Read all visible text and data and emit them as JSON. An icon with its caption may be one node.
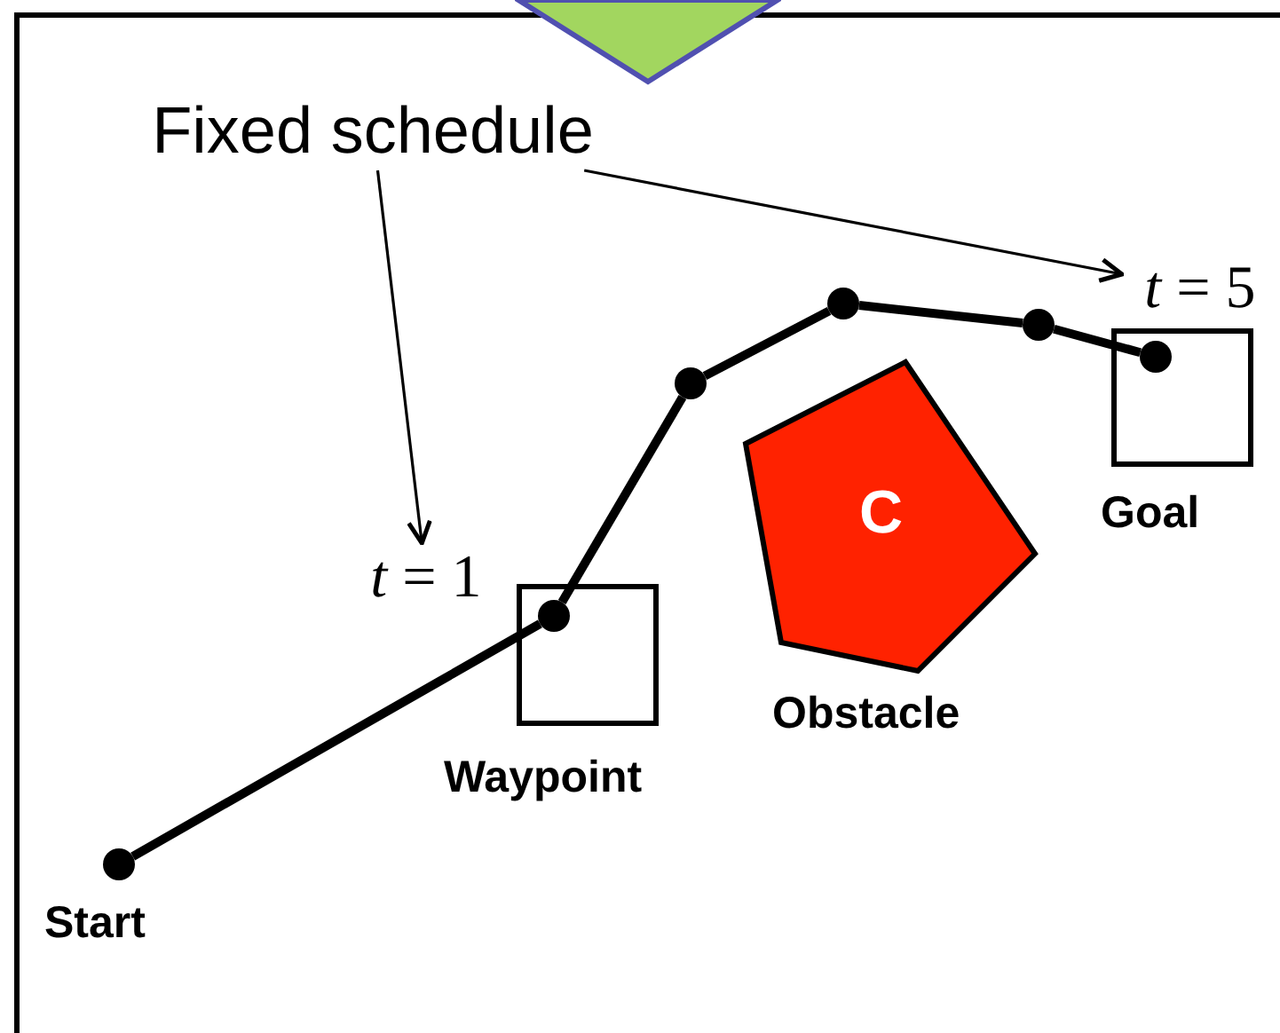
{
  "diagram": {
    "nodes": [
      {
        "text": [
          "Fixed schedule"
        ]
      },
      {
        "text": [
          "*t* = 1"
        ]
      },
      {
        "text": [
          "*t* = 5"
        ]
      },
      {
        "text": [],
        "shape": "circle",
        "beside": [
          "Start"
        ]
      },
      {
        "text": [],
        "shape": "box",
        "beside": [
          "Waypoint"
        ]
      },
      {
        "text": [],
        "shape": "circle",
        "in": 4
      },
      {
        "text": [],
        "shape": "circle"
      },
      {
        "text": [],
        "shape": "circle"
      },
      {
        "text": [],
        "shape": "circle"
      },
      {
        "text": [],
        "shape": "box",
        "beside": [
          "Goal"
        ]
      },
      {
        "text": [],
        "shape": "circle",
        "in": 9
      },
      {
        "text": [
          "C"
        ],
        "beside": [
          "Obstacle"
        ]
      },
      {
        "text": [],
        "shape": "diamond"
      }
    ],
    "edges": [
      {
        "from": 0,
        "to": 1,
        "arrow": "to"
      },
      {
        "from": 0,
        "to": 2,
        "arrow": "to"
      },
      {
        "from": 3,
        "to": 5,
        "arrow": "none"
      },
      {
        "from": 5,
        "to": 6,
        "arrow": "none"
      },
      {
        "from": 6,
        "to": 7,
        "arrow": "none"
      },
      {
        "from": 7,
        "to": 8,
        "arrow": "none"
      },
      {
        "from": 8,
        "to": 10,
        "arrow": "none"
      }
    ]
  }
}
